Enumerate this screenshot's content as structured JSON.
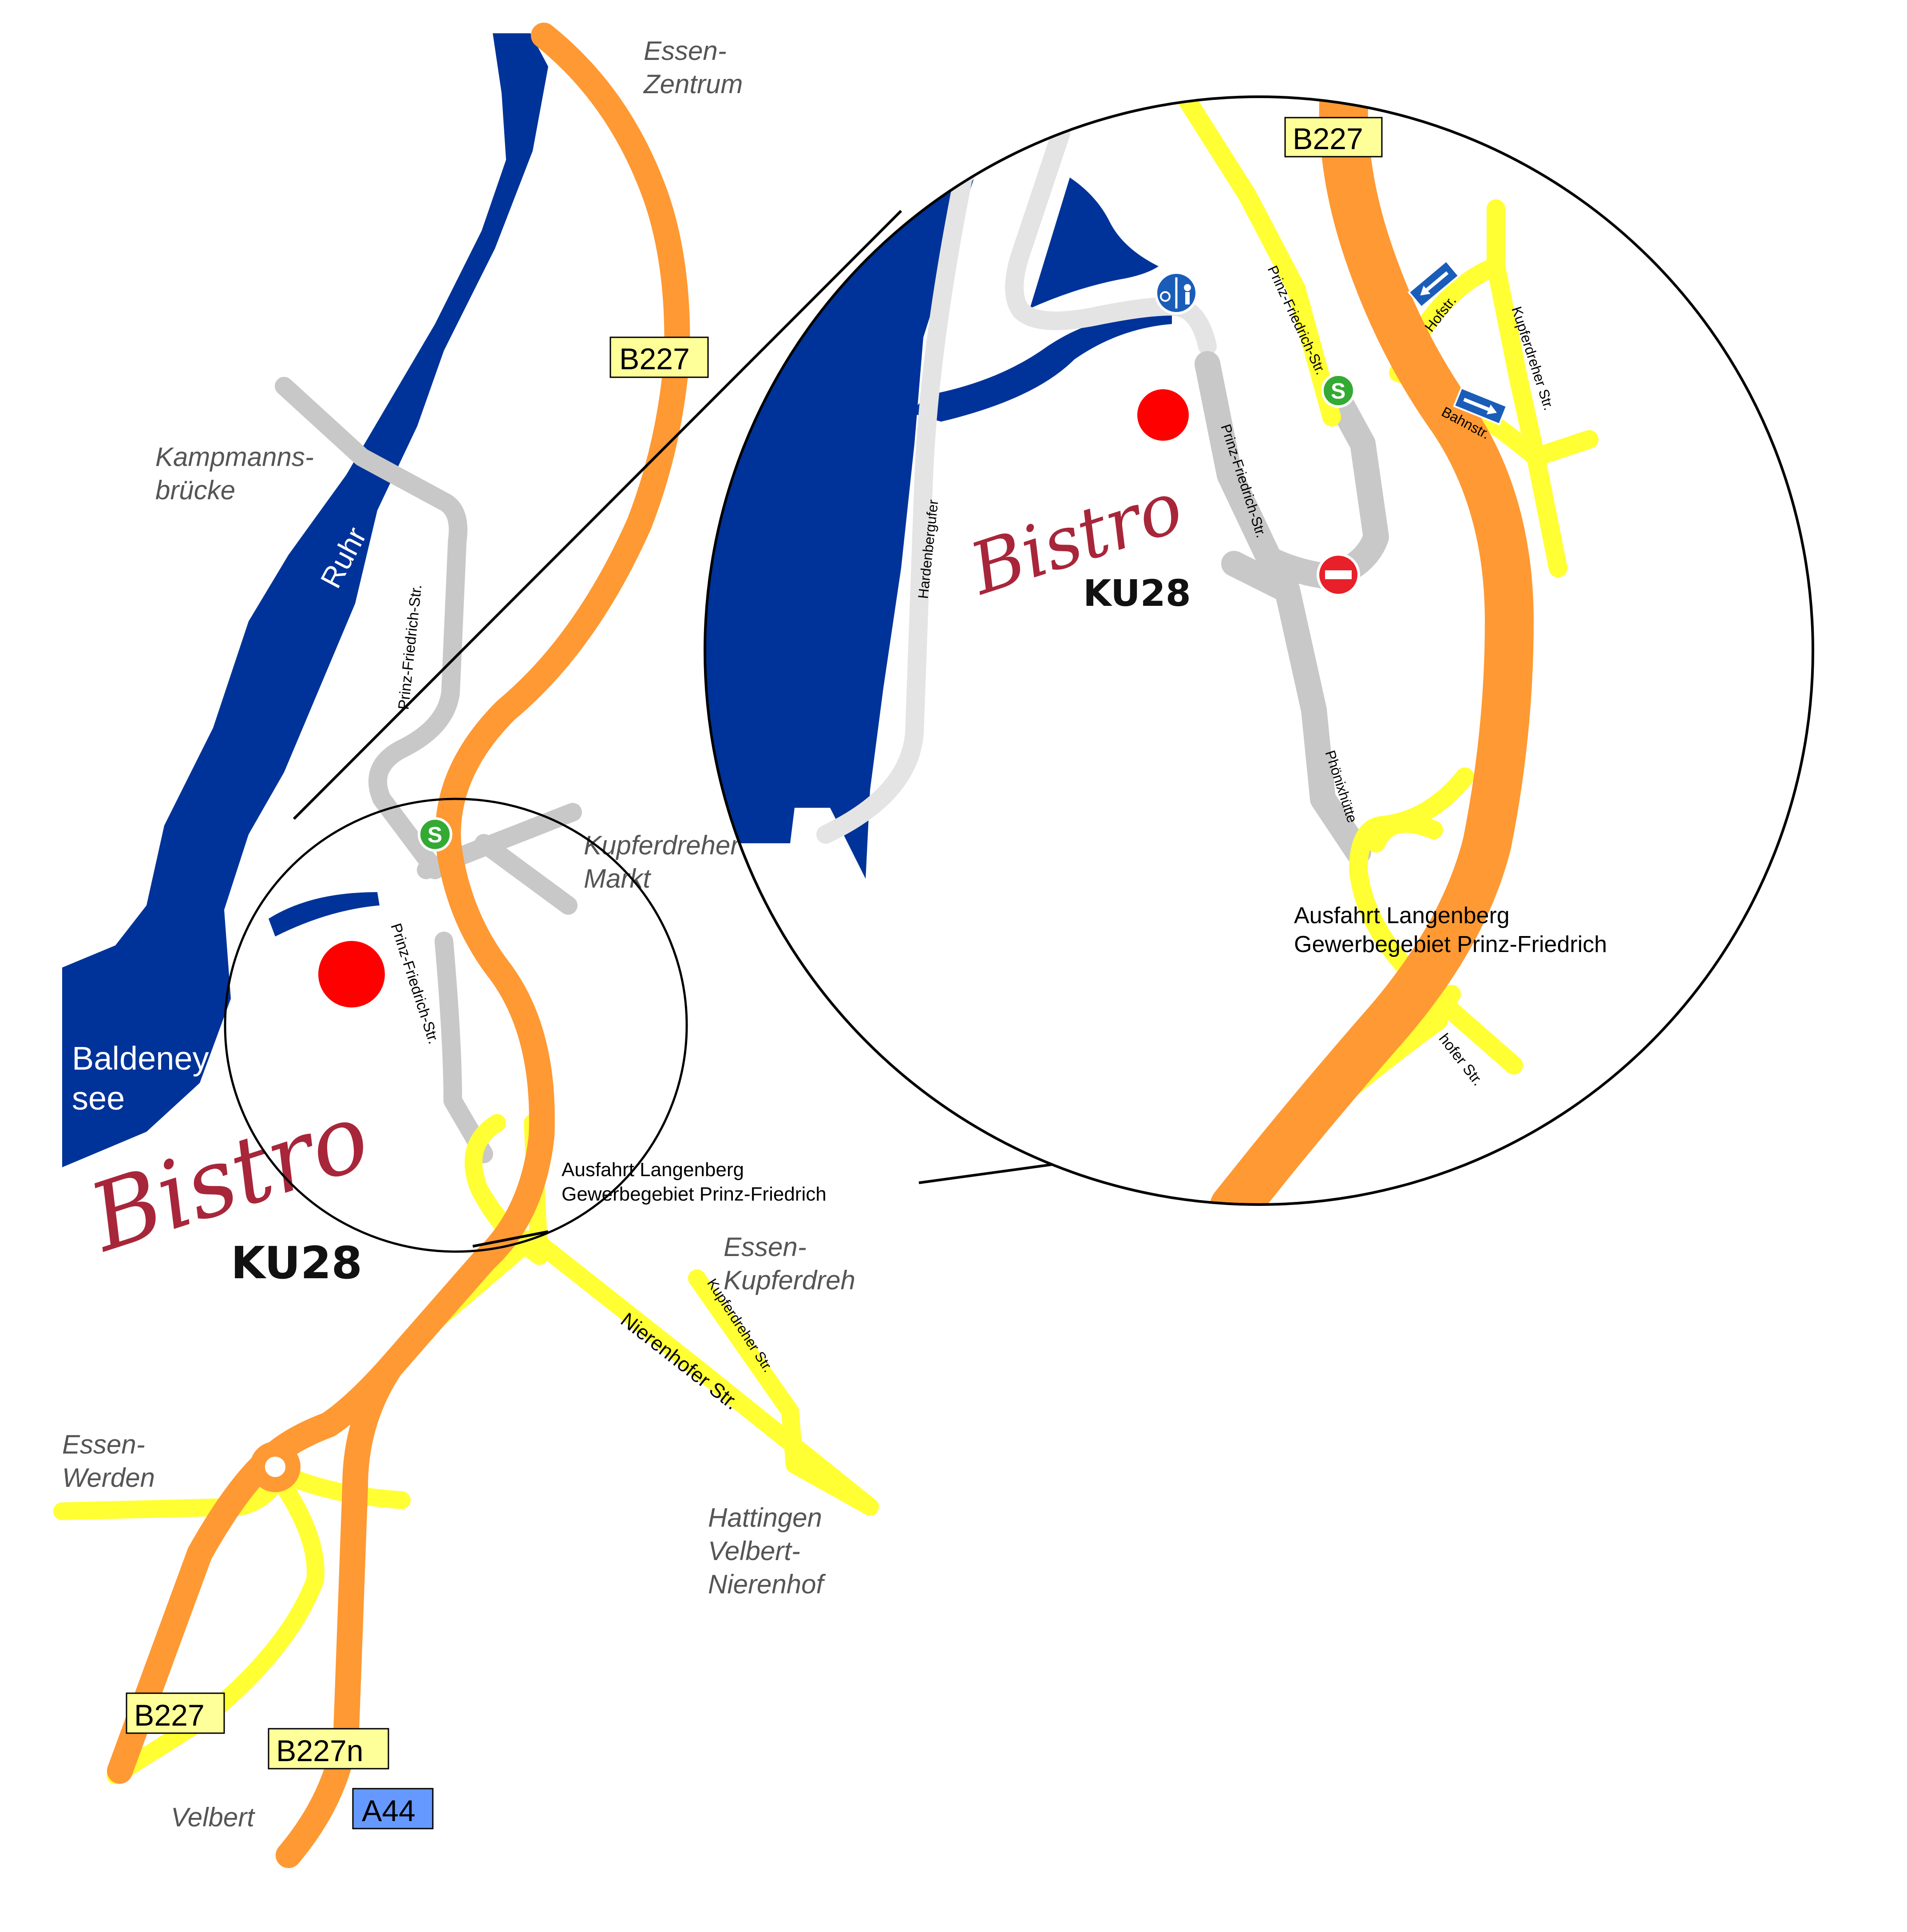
{
  "map": {
    "places": {
      "essen_zentrum": [
        "Essen-",
        "Zentrum"
      ],
      "kampmannsbruecke": [
        "Kampmanns-",
        "brücke"
      ],
      "kupferdreher_markt": [
        "Kupferdreher",
        "Markt"
      ],
      "baldeneysee": [
        "Baldeney-",
        "see"
      ],
      "essen_kupferdreh": [
        "Essen-",
        "Kupferdreh"
      ],
      "essen_werden": [
        "Essen-",
        "Werden"
      ],
      "hattingen": [
        "Hattingen",
        "Velbert-",
        "Nierenhof"
      ],
      "velbert": "Velbert"
    },
    "river": "Ruhr",
    "exit_label": [
      "Ausfahrt Langenberg",
      "Gewerbegebiet Prinz-Friedrich"
    ],
    "streets": {
      "prinz_friedrich": "Prinz-Friedrich-Str.",
      "nierenhofer": "Nierenhofer Str.",
      "kupferdreher": "Kupferdreher Str.",
      "hardenbergufer": "Hardenbergufer",
      "phoenixhuette": "Phönixhütte",
      "hofstr": "Hofstr.",
      "bahnstr": "Bahnstr.",
      "nierenhofer_split": [
        "Nieren-",
        "hofer Str."
      ]
    },
    "shields": {
      "b227_top": "B227",
      "b227_bottom": "B227",
      "b227n": "B227n",
      "a44": "A44",
      "b227_zoom": "B227"
    },
    "sbahn_symbol": "S",
    "restaurant": {
      "name": "Bistro",
      "sub": "KU28"
    },
    "colors": {
      "water": "#003399",
      "highway": "#ff9933",
      "main_road": "#ffff33",
      "local_road": "#c8c8c8",
      "shield_bg": "#ffff99",
      "a44_bg": "#6699ff",
      "marker": "#ff0000",
      "sbahn": "#33aa33",
      "bistro": "#a8263a"
    },
    "icons": [
      "sbahn-icon",
      "bike-pedestrian-sign-icon",
      "no-entry-sign-icon",
      "one-way-sign-icon",
      "location-marker-icon"
    ]
  }
}
